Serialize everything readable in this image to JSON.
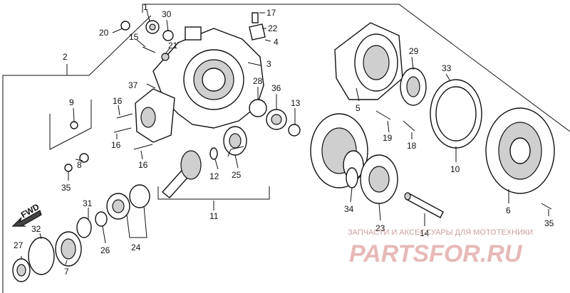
{
  "callouts": {
    "n1": "1",
    "n2": "2",
    "n3": "3",
    "n4": "4",
    "n5": "5",
    "n6": "6",
    "n7": "7",
    "n8": "8",
    "n9": "9",
    "n10": "10",
    "n11": "11",
    "n12": "12",
    "n13": "13",
    "n14": "14",
    "n15": "15",
    "n16a": "16",
    "n16b": "16",
    "n16c": "16",
    "n17": "17",
    "n18": "18",
    "n19": "19",
    "n20": "20",
    "n21": "21",
    "n22": "22",
    "n23": "23",
    "n24": "24",
    "n25": "25",
    "n26": "26",
    "n27": "27",
    "n28": "28",
    "n29": "29",
    "n30": "30",
    "n31": "31",
    "n32": "32",
    "n33": "33",
    "n34": "34",
    "n35a": "35",
    "n35b": "35",
    "n36": "36",
    "n37": "37"
  },
  "direction": "FWD",
  "watermark": {
    "line1": "ЗАПЧАСТИ И АКСЕССУАРЫ ДЛЯ МОТОТЕХНИКИ",
    "line2": "PARTSFOR.RU"
  }
}
